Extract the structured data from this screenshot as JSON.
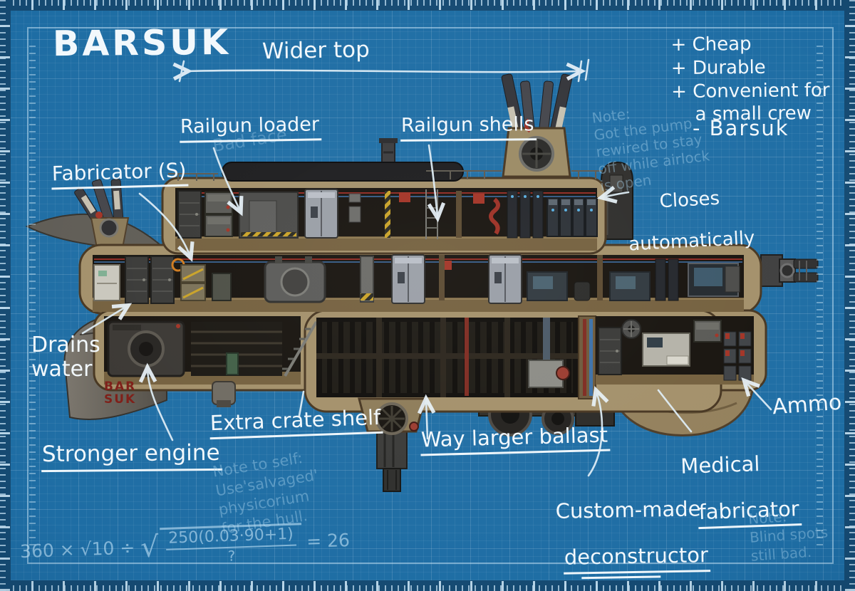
{
  "title": "BARSUK",
  "dimension_label": "Wider top",
  "pros": "+ Cheap\n+ Durable\n+ Convenient for\n    a small crew",
  "signature": "- Barsuk",
  "labels": {
    "railgun_loader": "Railgun loader",
    "railgun_shells": "Railgun shells",
    "fabricator_s": "Fabricator (S)",
    "closes_line1": "Closes",
    "closes_line2": "automatically",
    "drains_water": "Drains\nwater",
    "stronger_engine": "Stronger engine",
    "extra_crate_shelf": "Extra crate shelf",
    "way_larger_ballast": "Way larger ballast",
    "deconstructor_line1": "Custom-made",
    "deconstructor_line2": "deconstructor",
    "medical_line1": "Medical",
    "medical_line2": "fabricator",
    "ammo": "Ammo"
  },
  "notes": {
    "bad_face": "Bad face",
    "pump": "Note:\nGot the pump\nrewired to stay\noff while airlock\nis open",
    "hull_material": "Note to self:\nUse'salvaged'\nphysicorium\nfor the hull.",
    "blind_spots": "Note:\nBlind spots\nstill bad."
  },
  "formula": {
    "lhs": "360 × √10 ÷",
    "radicand_numerator": "250(0.03·90+1)",
    "radicand_denominator": "?",
    "result": "= 26"
  },
  "hull_name": {
    "line1": "BAR",
    "line2": "SUK"
  },
  "colors": {
    "blueprint_bg": "#1e6da4",
    "ink_white": "#f2f8fc",
    "ink_faint": "#a8d2eb",
    "hull_tan": "#a3906a",
    "hull_name_red": "#7d1d16"
  }
}
